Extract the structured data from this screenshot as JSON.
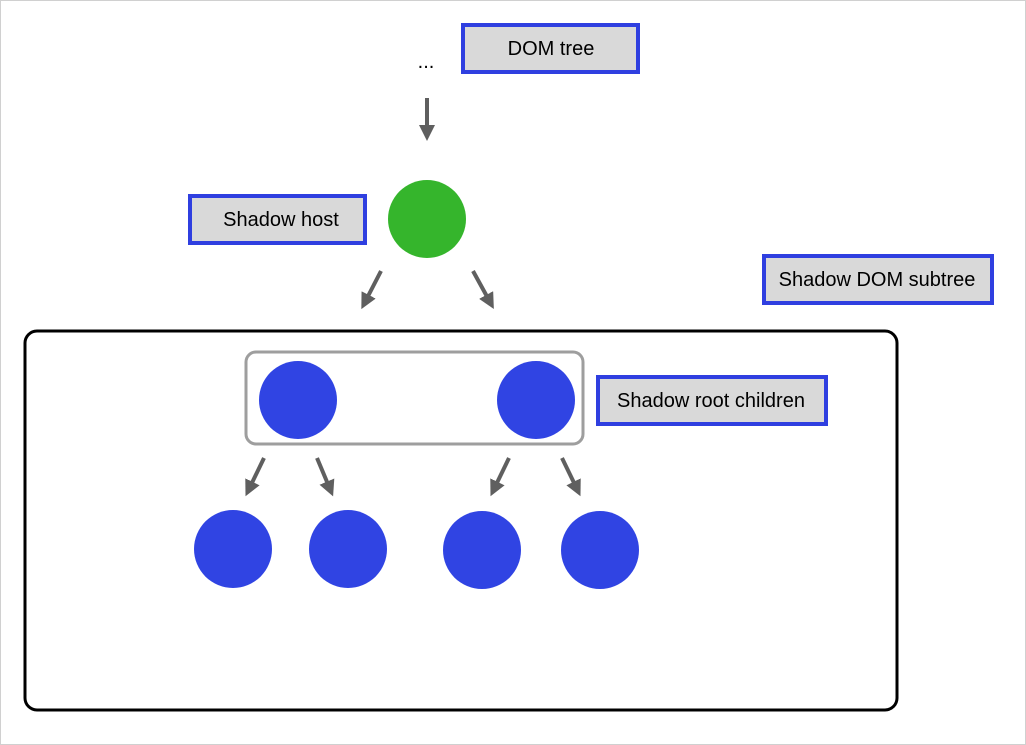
{
  "diagram": {
    "ellipsis": "...",
    "labels": {
      "dom_tree": "DOM tree",
      "shadow_host": "Shadow host",
      "shadow_dom_subtree": "Shadow DOM subtree",
      "shadow_root_children": "Shadow root children"
    },
    "colors": {
      "host_node": "#35b52c",
      "shadow_node": "#3044e3",
      "label_fill": "#d9d9d9",
      "label_border": "#2f3fe0",
      "arrow": "#5f5f5f",
      "subtree_border": "#000000",
      "root_group_border": "#9e9e9e"
    }
  }
}
